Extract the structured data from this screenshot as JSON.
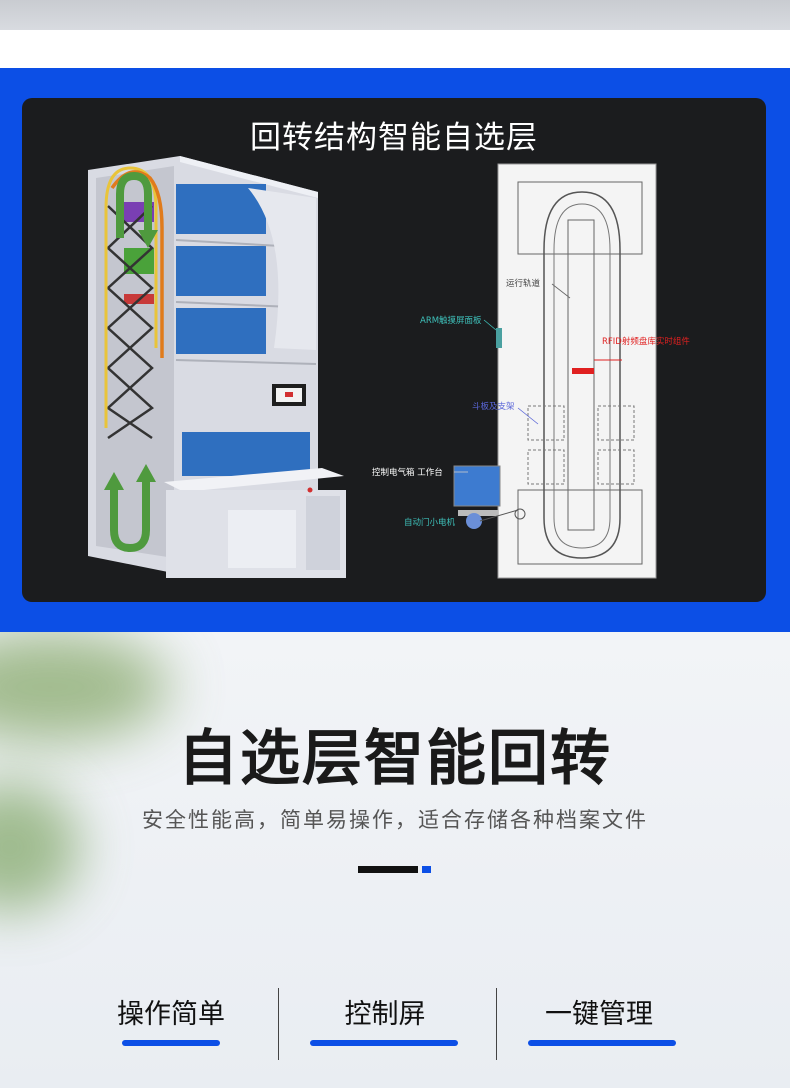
{
  "panel": {
    "title": "回转结构智能自选层",
    "labels": {
      "track": "运行轨道",
      "arm": "ARM触摸屏面板",
      "rfid": "RFID射频盘库实时组件",
      "bucket": "斗板及支架",
      "console": "控制电气箱 工作台",
      "motor": "自动门小电机"
    }
  },
  "section": {
    "headline": "自选层智能回转",
    "subtitle": "安全性能高，简单易操作，适合存储各种档案文件"
  },
  "features": [
    {
      "label": "操作简单"
    },
    {
      "label": "控制屏"
    },
    {
      "label": "一键管理"
    }
  ],
  "colors": {
    "brand_blue": "#0c4fe6",
    "panel_bg": "#1b1c1e",
    "rfid_red": "#e02020",
    "arrow_green": "#4f9a3e",
    "arrow_orange": "#e07b1c",
    "cell_blue": "#2f6fbf"
  }
}
